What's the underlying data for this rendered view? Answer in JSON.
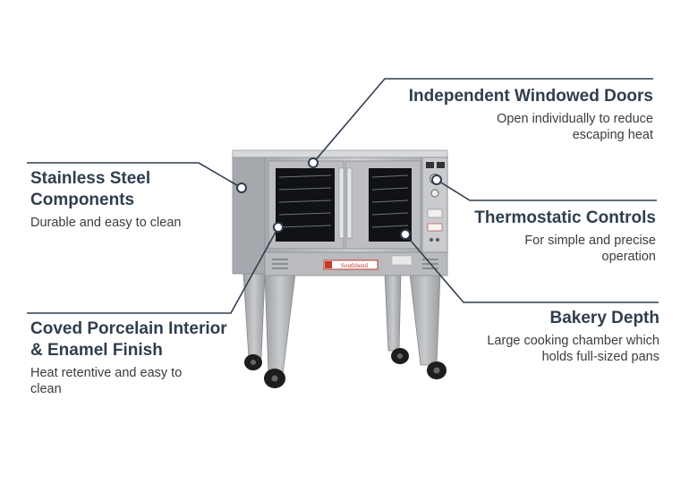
{
  "callouts": {
    "doors": {
      "title": "Independent Windowed Doors",
      "desc": "Open individually to reduce\nescaping heat"
    },
    "steel": {
      "title": "Stainless Steel\nComponents",
      "desc": "Durable and easy to clean"
    },
    "thermo": {
      "title": "Thermostatic Controls",
      "desc": "For simple and precise\noperation"
    },
    "porcelain": {
      "title": "Coved Porcelain Interior\n& Enamel Finish",
      "desc": "Heat retentive and easy to\nclean"
    },
    "bakery": {
      "title": "Bakery Depth",
      "desc": "Large cooking chamber which\nholds full-sized pans"
    }
  },
  "product": {
    "brand_plate": "Southbend"
  },
  "colors": {
    "line": "#2f3e4e",
    "steel": "#b7b9bc",
    "steel_dark": "#8d9094",
    "brand_red": "#c0392b"
  }
}
